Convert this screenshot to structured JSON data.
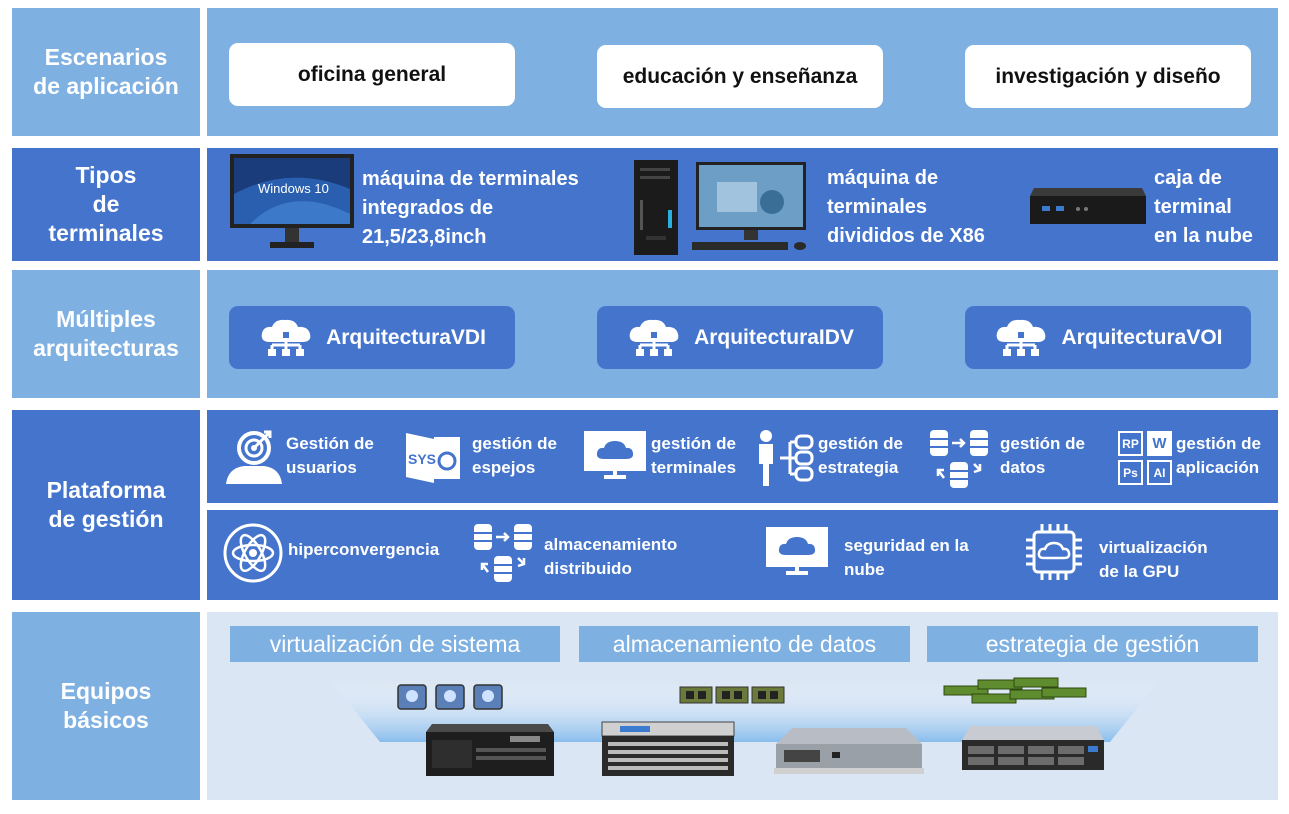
{
  "rows": {
    "scenarios": {
      "label": "Escenarios\nde aplicación",
      "items": [
        "oficina general",
        "educación y enseñanza",
        "investigación y diseño"
      ]
    },
    "terminals": {
      "label": "Tipos\nde\nterminales",
      "items": [
        {
          "text": "máquina de terminales\nintegrados de\n21,5/23,8inch",
          "screen_text": "Windows 10"
        },
        {
          "text": "máquina de\nterminales\ndivididos de X86"
        },
        {
          "text": "caja de\nterminal\nen la nube"
        }
      ]
    },
    "architectures": {
      "label": "Múltiples\narquitecturas",
      "items": [
        "ArquitecturaVDI",
        "ArquitecturaIDV",
        "ArquitecturaVOI"
      ]
    },
    "management": {
      "label": "Plataforma\nde gestión",
      "top_items": [
        {
          "text": "Gestión de\nusuarios",
          "icon": "target-user-icon"
        },
        {
          "text": "gestión de\nespejos",
          "icon": "sys-image-icon",
          "icon_text": "SYS"
        },
        {
          "text": "gestión de\nterminales",
          "icon": "cloud-monitor-icon"
        },
        {
          "text": "gestión de\nestrategia",
          "icon": "strategy-tree-icon"
        },
        {
          "text": "gestión de\ndatos",
          "icon": "database-sync-icon"
        },
        {
          "text": "gestión de\naplicación",
          "icon": "app-grid-icon",
          "icon_letters": [
            "RP",
            "W",
            "Ps",
            "AI"
          ]
        }
      ],
      "bottom_items": [
        {
          "text": "hiperconvergencia",
          "icon": "atom-icon"
        },
        {
          "text": "almacenamiento\ndistribuido",
          "icon": "database-sync-icon"
        },
        {
          "text": "seguridad en la\nnube",
          "icon": "cloud-monitor-icon"
        },
        {
          "text": "virtualización\nde la GPU",
          "icon": "gpu-chip-icon"
        }
      ]
    },
    "equipment": {
      "label": "Equipos\nbásicos",
      "titles": [
        "virtualización de sistema",
        "almacenamiento de datos",
        "estrategia de gestión"
      ]
    }
  },
  "colors": {
    "light_band": "#7fb0e2",
    "dark_band": "#4474cc",
    "pale_band": "#dbe6f4",
    "text_light": "#ffffff"
  }
}
